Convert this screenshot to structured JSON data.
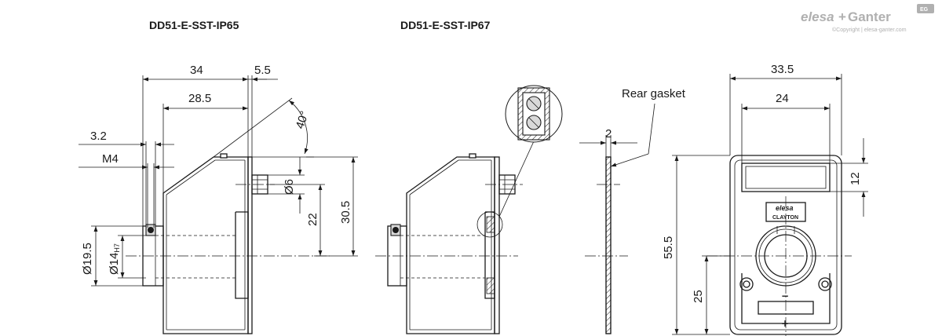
{
  "titles": {
    "ip65": "DD51-E-SST-IP65",
    "ip67": "DD51-E-SST-IP67"
  },
  "dimensions": {
    "d34": "34",
    "d5_5": "5.5",
    "d28_5": "28.5",
    "d40deg": "40°",
    "d3_2": "3.2",
    "m4": "M4",
    "d6": "Ø6",
    "d22": "22",
    "d30_5": "30.5",
    "d19_5": "Ø19.5",
    "d14": "Ø14",
    "d14_tol": "H7",
    "d2": "2",
    "d33_5": "33.5",
    "d24": "24",
    "d12": "12",
    "d55_5": "55.5",
    "d25": "25"
  },
  "annotations": {
    "rear_gasket": "Rear gasket"
  },
  "label_plate": {
    "brand": "elesa",
    "model": "CLAYTON"
  },
  "buttons": {
    "minus": "−",
    "plus": "+"
  },
  "brand_logo": {
    "part1": "elesa",
    "plus": "+",
    "part2": "Ganter",
    "badge": "EG",
    "copyright": "©Copyright | elesa-ganter.com"
  }
}
